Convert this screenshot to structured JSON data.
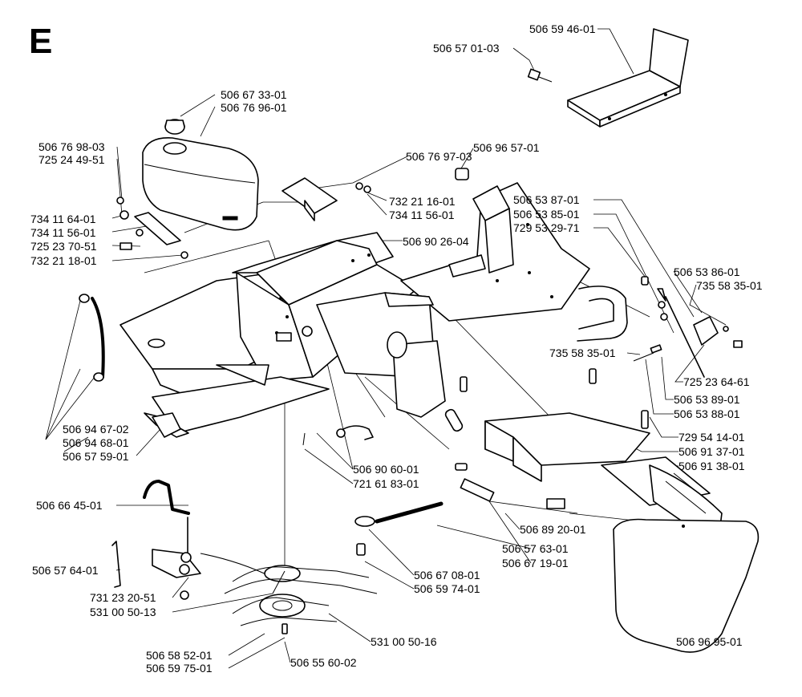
{
  "section_letter": "E",
  "part_numbers": {
    "p1": "506 59 46-01",
    "p2": "506 57 01-03",
    "p3": "506 67 33-01",
    "p4": "506 76 96-01",
    "p5": "506 76 98-03",
    "p6": "725 24 49-51",
    "p7": "506 76 97-03",
    "p8": "506 96 57-01",
    "p9": "732 21 16-01",
    "p10": "734 11 56-01",
    "p11": "734 11 64-01",
    "p12": "734 11 56-01",
    "p13": "725 23 70-51",
    "p14": "732 21 18-01",
    "p15": "506 90 26-04",
    "p16": "506 53 87-01",
    "p17": "506 53 85-01",
    "p18": "729 53 29-71",
    "p19": "506 53 86-01",
    "p20": "735 58 35-01",
    "p21": "735 58 35-01",
    "p22": "725 23 64-61",
    "p23": "506 53 89-01",
    "p24": "506 53 88-01",
    "p25": "729 54 14-01",
    "p26": "506 91 37-01",
    "p27": "506 91 38-01",
    "p28": "506 94 67-02",
    "p29": "506 94 68-01",
    "p30": "506 57 59-01",
    "p31": "506 90 60-01",
    "p32": "721 61 83-01",
    "p33": "506 66 45-01",
    "p34": "506 89 20-01",
    "p35": "506 57 63-01",
    "p36": "506 67 19-01",
    "p37": "506 57 64-01",
    "p38": "506 67 08-01",
    "p39": "506 59 74-01",
    "p40": "731 23 20-51",
    "p41": "531 00 50-13",
    "p42": "531 00 50-16",
    "p43": "506 96 95-01",
    "p44": "506 58 52-01",
    "p45": "506 59 75-01",
    "p46": "506 55 60-02"
  }
}
